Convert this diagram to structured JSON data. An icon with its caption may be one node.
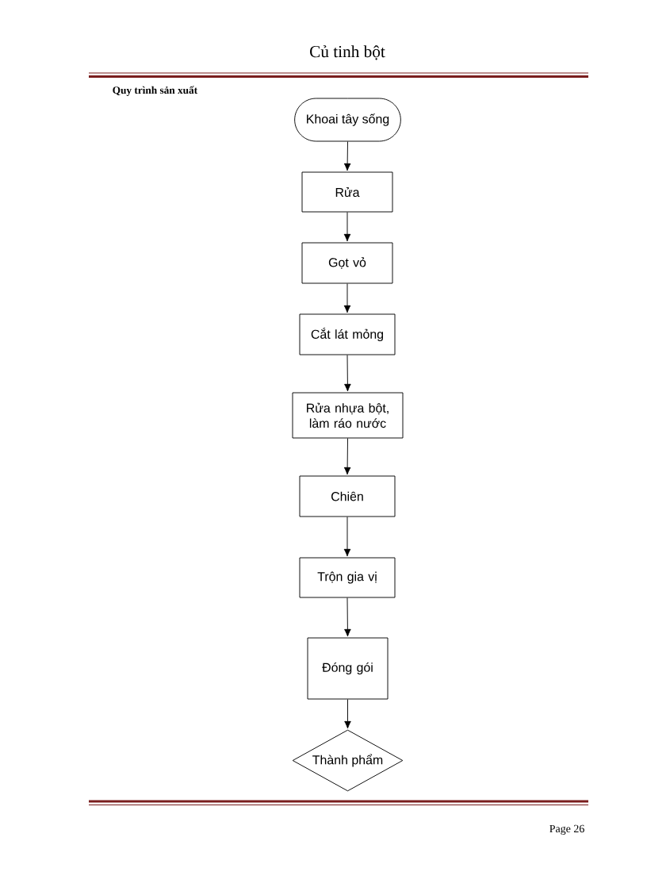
{
  "diagram": {
    "title": "Quy trình sản xuất",
    "nodes": [
      {
        "text": [
          "Khoai tây sống"
        ]
      },
      {
        "text": [
          "Rửa"
        ]
      },
      {
        "text": [
          "Gọt vỏ"
        ]
      },
      {
        "text": [
          "Cắt lát mỏng"
        ]
      },
      {
        "text": [
          "Rửa nhựa bột, làm ráo nước"
        ]
      },
      {
        "text": [
          "Chiên"
        ]
      },
      {
        "text": [
          "Trộn gia vị"
        ]
      },
      {
        "text": [
          "Đóng gói"
        ]
      },
      {
        "text": [
          "Thành phẩm"
        ]
      }
    ],
    "edges": [
      {
        "from": 0,
        "to": 1,
        "arrow": "to"
      },
      {
        "from": 1,
        "to": 2,
        "arrow": "to"
      },
      {
        "from": 2,
        "to": 3,
        "arrow": "to"
      },
      {
        "from": 3,
        "to": 4,
        "arrow": "to"
      },
      {
        "from": 4,
        "to": 5,
        "arrow": "to"
      },
      {
        "from": 5,
        "to": 6,
        "arrow": "to"
      },
      {
        "from": 6,
        "to": 7,
        "arrow": "to"
      },
      {
        "from": 7,
        "to": 8,
        "arrow": "to"
      }
    ],
    "labels": [
      "Củ tinh bột",
      "Page 26"
    ]
  }
}
